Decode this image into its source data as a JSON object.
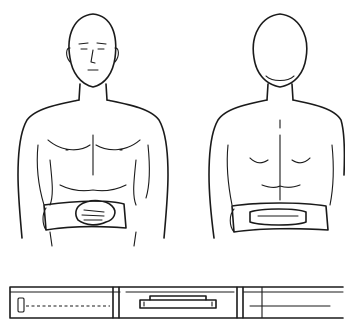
{
  "figure": {
    "panels": [
      {
        "id": "front-view",
        "subject": "torso-front"
      },
      {
        "id": "back-view",
        "subject": "torso-back"
      },
      {
        "id": "belt-strip",
        "subject": "belt-unrolled"
      }
    ],
    "colors": {
      "ink": "#1a1a1a",
      "background": "#ffffff"
    }
  }
}
